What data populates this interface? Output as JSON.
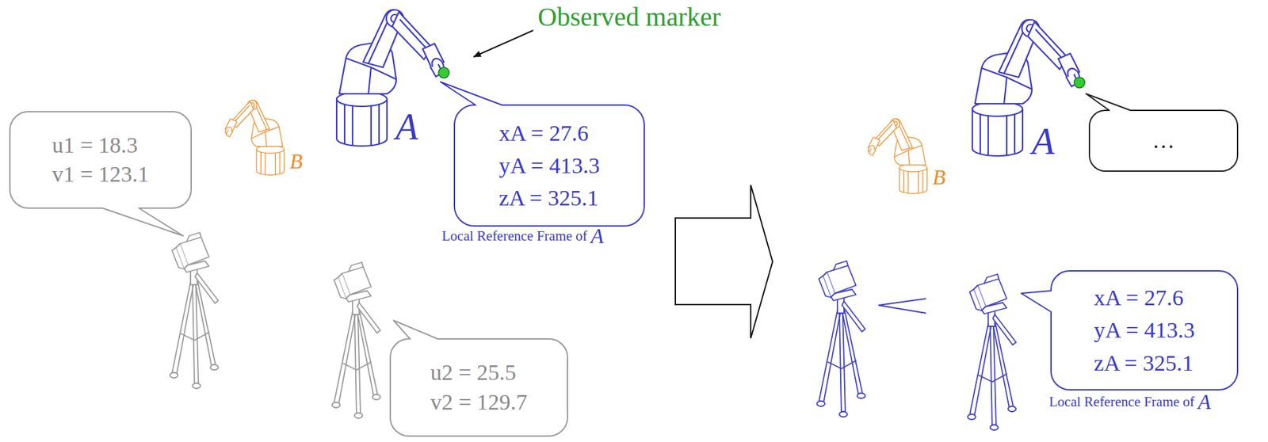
{
  "diagram": {
    "nodes": [
      {
        "text": [
          "u1 = 18.3",
          "v1 = 123.1"
        ]
      },
      {
        "text": [
          "xA = 27.6",
          "yA = 413.3",
          "zA = 325.1"
        ]
      },
      {
        "text": [
          "u2 = 25.5",
          "v2 = 129.7"
        ]
      },
      {
        "text": [
          "…"
        ]
      },
      {
        "text": [
          "xA = 27.6",
          "yA = 413.3",
          "zA = 325.1"
        ]
      }
    ],
    "labels": [
      "Observed marker",
      "A",
      "B",
      "Local Reference Frame of",
      "A",
      "B",
      "A",
      "Local Reference Frame of",
      "A"
    ]
  }
}
